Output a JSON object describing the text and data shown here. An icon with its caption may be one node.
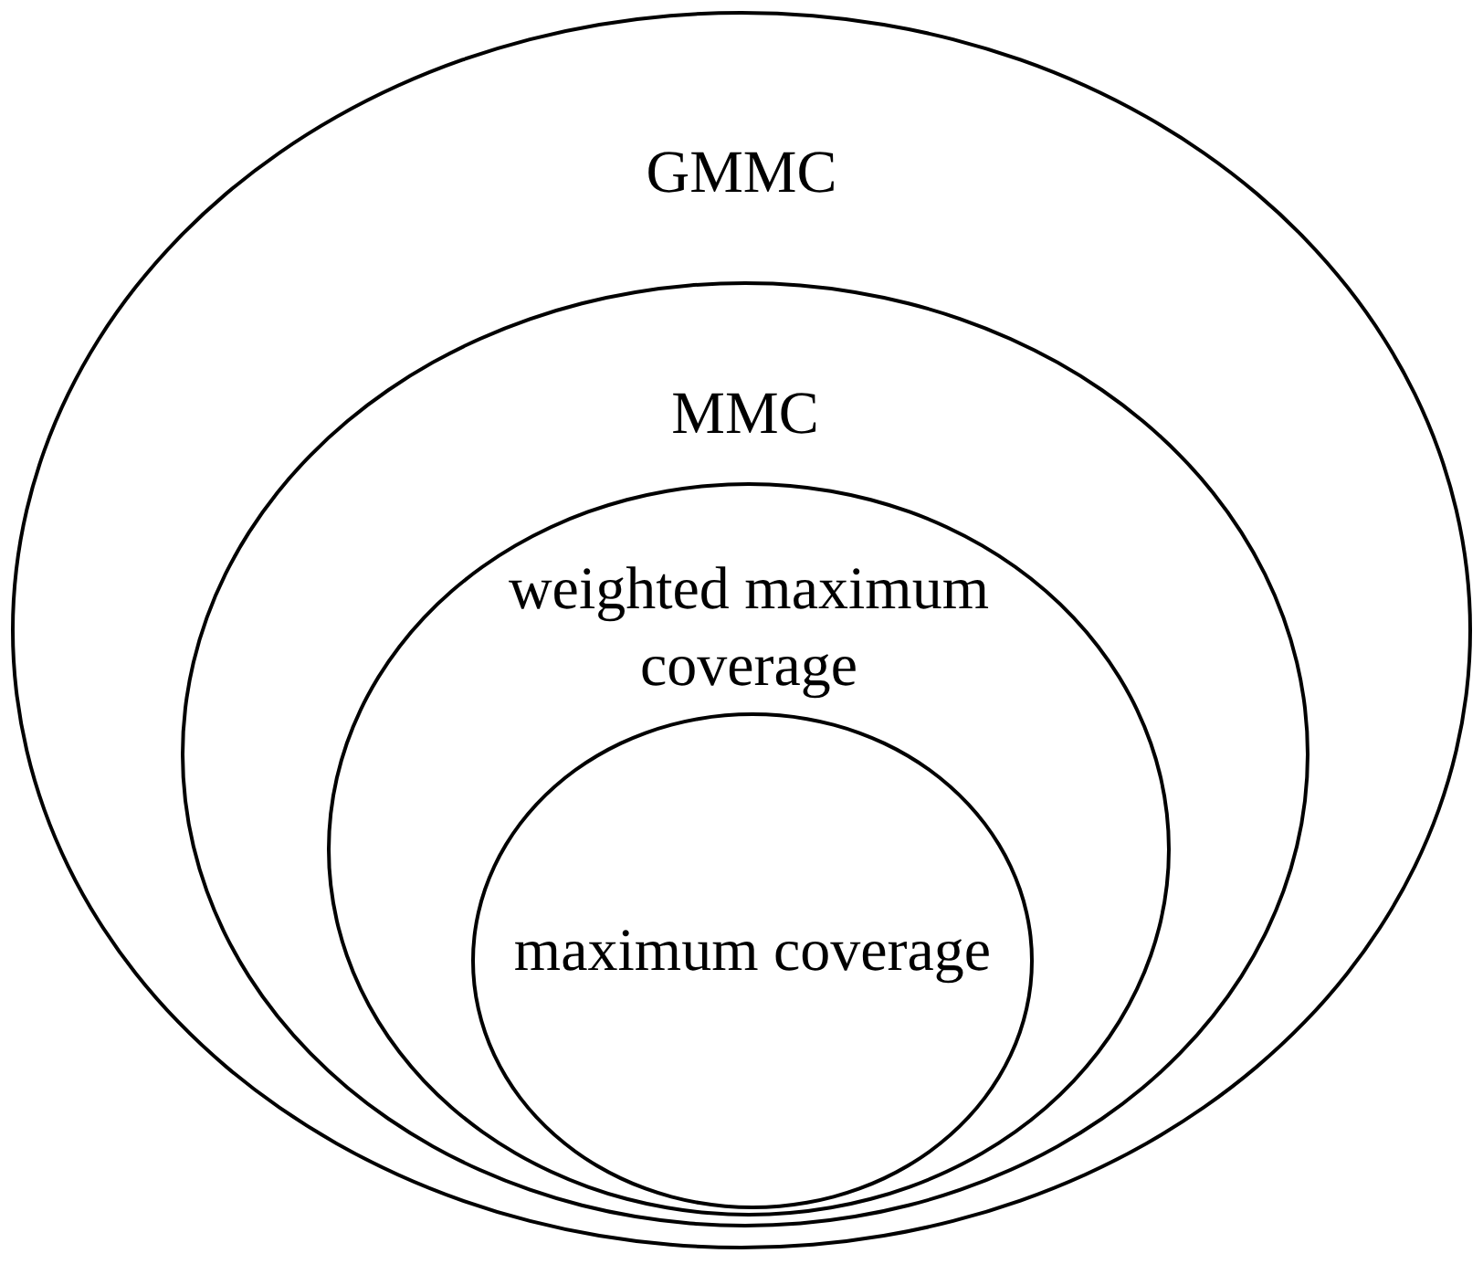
{
  "diagram": {
    "nodes": [
      {
        "text": [
          "GMMC"
        ]
      },
      {
        "text": [
          "MMC"
        ],
        "in": 0
      },
      {
        "text": [
          "weighted maximum coverage"
        ],
        "in": 1
      },
      {
        "text": [
          "maximum coverage"
        ],
        "in": 2
      }
    ]
  }
}
